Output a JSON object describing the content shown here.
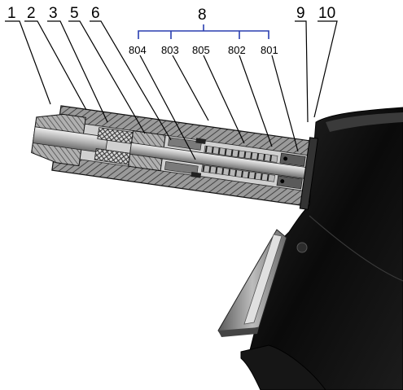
{
  "callouts": {
    "c1": "1",
    "c2": "2",
    "c3": "3",
    "c5": "5",
    "c6": "6",
    "c8": "8",
    "c9": "9",
    "c10": "10",
    "c804": "804",
    "c803": "803",
    "c805": "805",
    "c802": "802",
    "c801": "801"
  },
  "colors": {
    "leader": "#000000",
    "bracket": "#2a3fb0",
    "body_dark": "#101010",
    "hatch": "#3a3a3a",
    "metal_light": "#c8c8c8",
    "metal_mid": "#8a8a8a",
    "metal_dark": "#4a4a4a"
  }
}
